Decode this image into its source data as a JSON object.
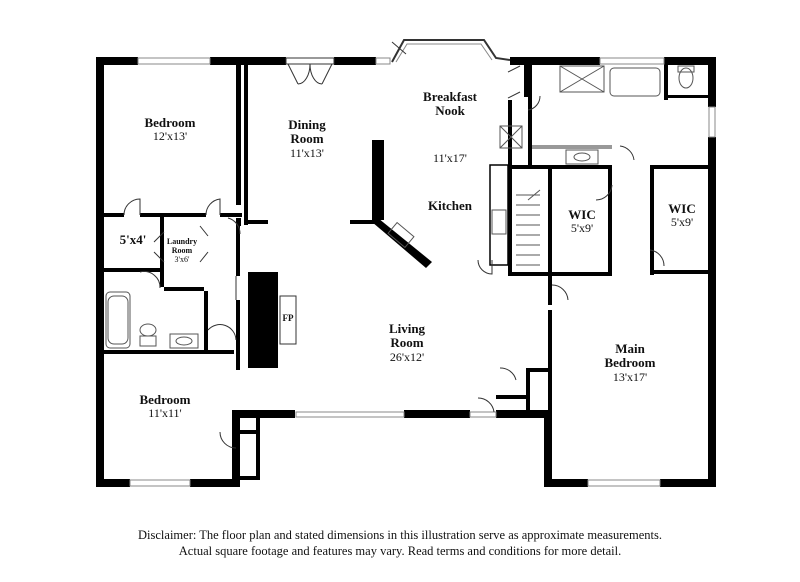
{
  "rooms": {
    "bedroom_nw": {
      "name": "Bedroom",
      "dim": "12'x13'"
    },
    "dining": {
      "name1": "Dining",
      "name2": "Room",
      "dim": "11'x13'"
    },
    "breakfast": {
      "name1": "Breakfast",
      "name2": "Nook"
    },
    "kitchen": {
      "dim": "11'x17'",
      "name": "Kitchen"
    },
    "closet_small": {
      "dim": "5'x4'"
    },
    "laundry": {
      "name1": "Laundry",
      "name2": "Room",
      "dim": "3'x6'"
    },
    "wic_center": {
      "name": "WIC",
      "dim": "5'x9'"
    },
    "wic_right": {
      "name": "WIC",
      "dim": "5'x9'"
    },
    "fireplace": {
      "name": "FP"
    },
    "living": {
      "name1": "Living",
      "name2": "Room",
      "dim": "26'x12'"
    },
    "main_bedroom": {
      "name1": "Main",
      "name2": "Bedroom",
      "dim": "13'x17'"
    },
    "bedroom_sw": {
      "name": "Bedroom",
      "dim": "11'x11'"
    }
  },
  "disclaimer": {
    "line1": "Disclaimer: The floor plan and stated dimensions in this illustration serve as approximate measurements.",
    "line2": "Actual square footage and features may vary. Read terms and conditions for more detail."
  }
}
